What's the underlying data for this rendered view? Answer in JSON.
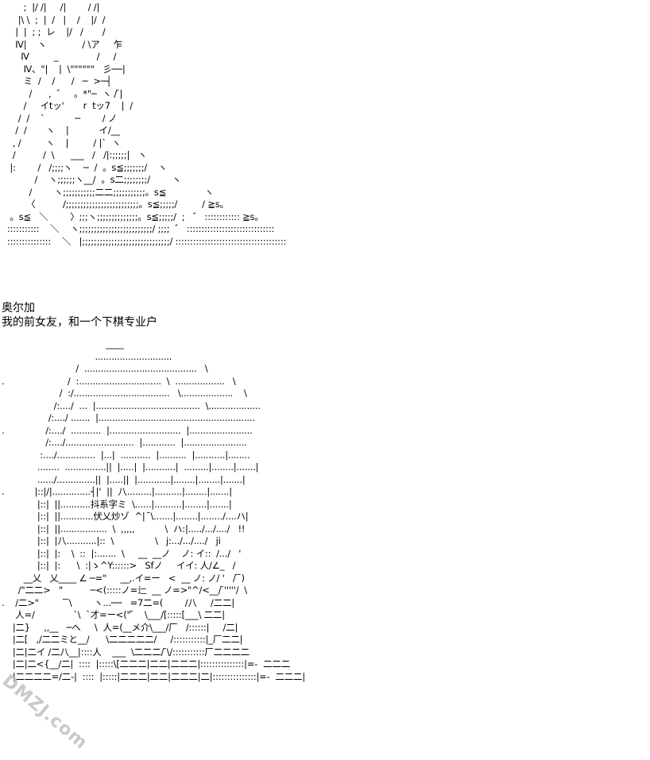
{
  "art": {
    "top_lines": [
      "        ;  |/ /|     /|        / /|",
      "      |\\ \\  ;  |  /   |    /    |/  /",
      "     |  |  ; ;  レ    |/   /       /",
      "     Ⅳ|    ヽ             / \\ア     乍",
      "       Ⅳ         _              /     /",
      "        Ⅳ、\"|    |  \\\"\"\"\"\"\"   彡──|",
      "        ミ  /    /      /   ─  >─┤",
      "          /      ,  ゛   。*\"─  ヽ / ̄|",
      "        /     イtッ'       r  tッ7    |  /",
      "      /  /    `           ─        / ノ",
      "     /  /       ヽ    |           イ/__",
      "    , /         ヽ    |         / |`  ヽ",
      "    /          /  \\      ___   /   /|:;;;;;|   ヽ",
      "   |:        /   /;;;;ヽ    ─  /  。s≦;;;;;;;/    ヽ",
      "            /    ヽ;;;;;;ヽ__/  。s二;;;;;;;;/        ヽ",
      "          /        ヽ;;;;;;;;;;;二二;;;;;;;;;;;。s≦              ヽ",
      "         〈          /;;;;;;;;;;;;;;;;;;;;;;;;;。s≦;;;;;/         / ≧s。",
      "   。s≦   ＼        〉;;;ヽ;;;;;;;;;;;;;;。s≦;;;;;/  ;   ゛ :::::::::::: ≧s。",
      "  :::::::::::    ＼    ヽ;;;;;;;;;;;;;;;;;;;;;;;;;/ ;;;;  ゛ ::::::::::::::::::::::::::::::",
      "  :::::::::::::::    ＼   |;;;;;;;;;;;;;;;;;;;;;;;;;;;;;;/ ::::::::::::::::::::::::::::::::::::::"
    ],
    "bottom_lines": [
      "                                      ____",
      "                                  ............................",
      "                           /  .........................................   \\",
      ".                       /  :..............................  \\  ..................   \\",
      "                     /  :/...................................   \\...................    \\",
      "                   /:..../  ...  |......................................  \\...................",
      "                 /:..../ .......  |.........................................................",
      ".               /:..../  ...........  |..........................  |.......................",
      "                /:..../.........................  |............  |.......................",
      "              :..../..............  |...|  ...........  |..........  |...........|........",
      "             ........  ...............||  |.....|  |...........|  .........|........|.......|",
      "             ....../..............||  |.....||  |............|........|........|.......|",
      ".           |::|/|..............┤|'  ||  八.........|..........|........|.......|",
      "             |::|  ||...........抖系字ミ  \\......|..........|........|.......|",
      "             |::|  ||............伏乂炒ゾ  ^|  ̄\\.......|........|......../....ハ|",
      "             |::|  ||.................  \\  ,,,,,           \\  ハ:|...../.../..../   !!",
      "             |::|  |八...........|::  \\               \\   j:.../.../..../   ji",
      "             |::|  |:    \\  ::  |:.......  \\     __  __ノ    ノ: イ::  /.../   '",
      "             |::|  |:      \\  :|ゝ^Y::::::>   Sfノ     イイ: 人/∠_   /",
      "        __乂   乂____ ∠ ─=\"     __,.イ=ー   <  __ ノ: ノ/ '   / ̄ ̄)",
      "      /\"二二>   \"          ─<(:::::ノ=辷  __ ノ=>\"^/<__/ ̄'''''/  \\",
      ".    /二>\"          ̄ ̄\\        ヽ...──   =7二=(        /八     /二二|",
      "     人=/              `\\  `才=ー<(\" ̄    \\___/[:::::[___\\ 二二|",
      "    |二}     ,,__   ─へ     \\  人=(__メ介\\___/厂   /::::::|     /二|",
      "    |二[   ,/二二ミと__/      \\二二二二二/     /:::::::::::|_厂二二|",
      "    |二|二イ /二八__|::::人    ___  \\二二二/ ̄\\/:::::::::::厂二二二二",
      "    |二|二<{__/二|  ::::  |:::::\\[二二二|二二|二二二|:::::::::::::::|=-  二二二",
      "    |二二二二=/二-|  ::::  |:::::|二二二|二二|二二二|二|:::::::::::::::|=-  二二二|"
    ]
  },
  "captions": {
    "name": "奥尔加",
    "line": "我的前女友，和一个下棋专业户"
  },
  "watermark": {
    "text": "DMZJ.com",
    "color": "#b8b8b8"
  }
}
